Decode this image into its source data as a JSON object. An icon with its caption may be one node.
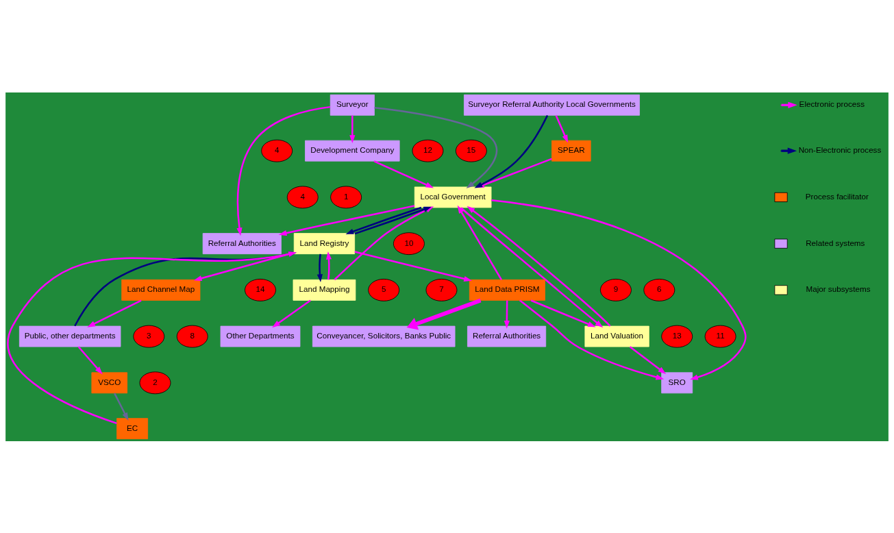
{
  "diagram": {
    "nodes": [
      {
        "text": [
          "Referral Authorities"
        ]
      },
      {
        "text": [
          "Surveyor"
        ]
      },
      {
        "text": [
          "Development Company"
        ]
      },
      {
        "text": [
          "Other Departments"
        ]
      },
      {
        "text": [
          "4"
        ]
      },
      {
        "text": [
          "Local Government"
        ]
      },
      {
        "text": [
          "SPEAR"
        ]
      },
      {
        "text": [
          "Surveyor Referral Authority Local Governments"
        ]
      },
      {
        "text": [
          "12"
        ]
      },
      {
        "text": [
          "14"
        ]
      },
      {
        "text": [
          "4"
        ]
      },
      {
        "text": [
          "Land Channel Map"
        ]
      },
      {
        "text": [
          "15"
        ]
      },
      {
        "text": [
          "Land Mapping"
        ]
      },
      {
        "text": [
          "2"
        ]
      },
      {
        "text": [
          "3"
        ]
      },
      {
        "text": [
          "Public, other departments"
        ]
      },
      {
        "text": [
          "EC"
        ]
      },
      {
        "text": [
          "VSCO"
        ]
      },
      {
        "text": [
          "Land Registry"
        ]
      },
      {
        "text": [
          "9"
        ]
      },
      {
        "text": [
          "1"
        ]
      },
      {
        "text": [
          "10"
        ]
      },
      {
        "text": [
          "Land Valuation"
        ]
      },
      {
        "text": [
          "Land Data PRISM"
        ]
      },
      {
        "text": [
          "5"
        ]
      },
      {
        "text": [
          "Conveyancer, Solicitors, Banks Public"
        ]
      },
      {
        "text": [
          "6"
        ]
      },
      {
        "text": [
          "13"
        ]
      },
      {
        "text": [
          "11"
        ]
      },
      {
        "text": [
          "8"
        ]
      },
      {
        "text": [
          "7"
        ]
      },
      {
        "text": [
          "Referral Authorities"
        ]
      },
      {
        "text": [
          "SRO"
        ]
      }
    ],
    "edges": [
      {
        "from": 1,
        "to": 0,
        "arrow": "to"
      },
      {
        "from": 1,
        "to": 2,
        "arrow": "to"
      },
      {
        "from": 5,
        "to": 0,
        "arrow": "to"
      },
      {
        "from": 2,
        "to": 5,
        "arrow": "to"
      },
      {
        "from": 1,
        "to": 5,
        "arrow": "to",
        "color": "#666699"
      },
      {
        "from": 6,
        "to": 5,
        "arrow": "to"
      },
      {
        "from": 7,
        "to": 6,
        "arrow": "to"
      },
      {
        "from": 7,
        "to": 5,
        "arrow": "to",
        "color": "#000080"
      },
      {
        "from": 19,
        "to": 5,
        "arrow": "to",
        "color": "#000080"
      },
      {
        "from": 5,
        "to": 19,
        "arrow": "to",
        "color": "#000080"
      },
      {
        "from": 24,
        "to": 5,
        "arrow": "to"
      },
      {
        "from": 13,
        "to": 5,
        "arrow": "to"
      },
      {
        "from": 13,
        "to": 3,
        "arrow": "to"
      },
      {
        "from": 5,
        "to": 33,
        "arrow": "to"
      },
      {
        "from": 19,
        "to": 13,
        "arrow": "to",
        "color": "#000080"
      },
      {
        "from": 13,
        "to": 19,
        "arrow": "to"
      },
      {
        "from": 5,
        "to": 23,
        "arrow": "to"
      },
      {
        "from": 23,
        "to": 5,
        "arrow": "to"
      },
      {
        "from": 19,
        "to": 11,
        "arrow": "to"
      },
      {
        "from": 17,
        "to": 19,
        "arrow": "to"
      },
      {
        "from": 18,
        "to": 17,
        "arrow": "to",
        "color": "#666699"
      },
      {
        "from": 11,
        "to": 16,
        "arrow": "to"
      },
      {
        "from": 16,
        "to": 18,
        "arrow": "to"
      },
      {
        "from": 16,
        "to": 19,
        "arrow": "to",
        "color": "#000080"
      },
      {
        "from": 19,
        "to": 24,
        "arrow": "to"
      },
      {
        "from": 24,
        "to": 23,
        "arrow": "to"
      },
      {
        "from": 24,
        "to": 26,
        "arrow": "to",
        "style": "thick"
      },
      {
        "from": 24,
        "to": 32,
        "arrow": "to"
      },
      {
        "from": 24,
        "to": 33,
        "arrow": "to"
      },
      {
        "from": 23,
        "to": 33,
        "arrow": "to"
      }
    ],
    "legend": [
      {
        "text": "Electronic process"
      },
      {
        "text": "Non-Electronic process"
      },
      {
        "text": "Process facilitator",
        "color": "#ff6600"
      },
      {
        "text": "Related systems",
        "color": "#cc99ff"
      },
      {
        "text": "Major subsystems",
        "color": "#ffff99"
      }
    ]
  }
}
